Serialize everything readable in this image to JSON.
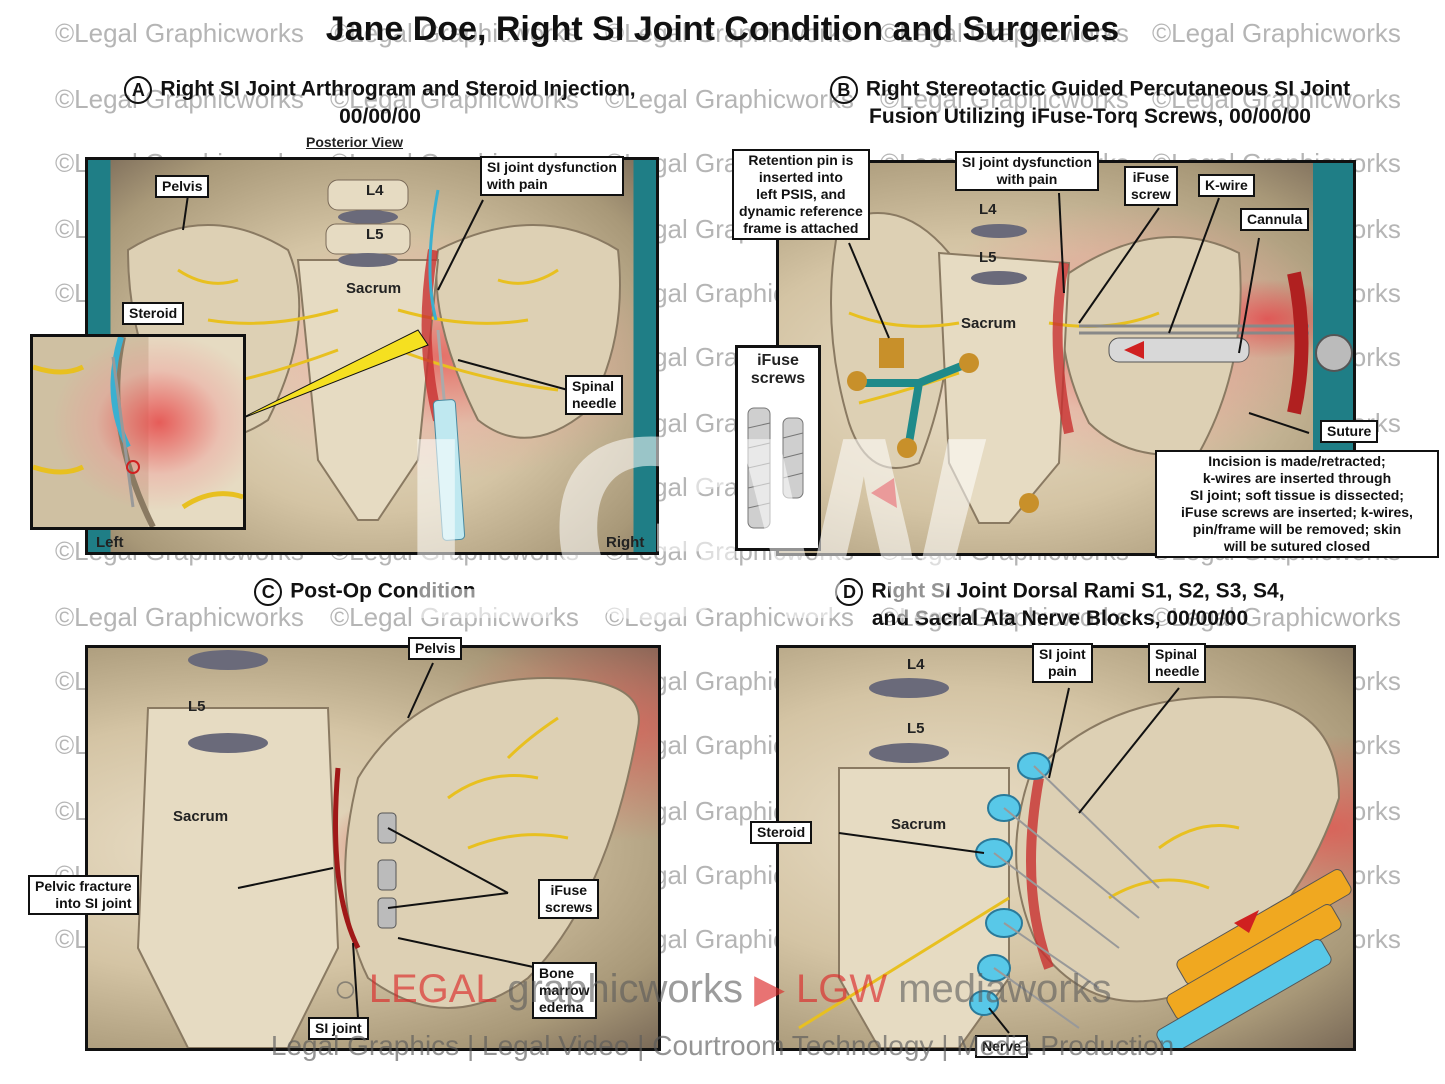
{
  "title": "Jane Doe, Right SI Joint Condition and Surgeries",
  "watermark_text": "©Legal Graphicworks",
  "sections": {
    "a": {
      "letter": "A",
      "title_line1": "Right SI Joint Arthrogram and Steroid Injection,",
      "title_line2": "00/00/00",
      "view_label": "Posterior View",
      "labels": {
        "pelvis": "Pelvis",
        "l4": "L4",
        "l5": "L5",
        "sacrum": "Sacrum",
        "si_dysfunction": "SI joint dysfunction\nwith pain",
        "steroid": "Steroid",
        "spinal_needle": "Spinal\nneedle",
        "left": "Left",
        "right": "Right"
      }
    },
    "b": {
      "letter": "B",
      "title_line1": "Right Stereotactic Guided Percutaneous SI Joint",
      "title_line2": "Fusion Utilizing iFuse-Torq Screws, 00/00/00",
      "labels": {
        "retention_pin": "Retention pin is\ninserted into\nleft PSIS, and\ndynamic reference\nframe is attached",
        "si_dysfunction": "SI joint dysfunction\nwith pain",
        "ifuse_screw": "iFuse\nscrew",
        "k_wire": "K-wire",
        "cannula": "Cannula",
        "l4": "L4",
        "l5": "L5",
        "sacrum": "Sacrum",
        "ifuse_screws_inset": "iFuse\nscrews",
        "suture": "Suture",
        "incision_note": "Incision is made/retracted;\nk-wires are inserted through\nSI joint; soft tissue is dissected;\niFuse screws are inserted; k-wires,\npin/frame will be removed; skin\nwill be sutured closed"
      }
    },
    "c": {
      "letter": "C",
      "title_line1": "Post-Op Condition",
      "labels": {
        "pelvis": "Pelvis",
        "l5": "L5",
        "sacrum": "Sacrum",
        "pelvic_fracture": "Pelvic fracture\ninto SI joint",
        "ifuse_screws": "iFuse\nscrews",
        "bone_marrow": "Bone\nmarrow\nedema",
        "si_joint": "SI joint"
      }
    },
    "d": {
      "letter": "D",
      "title_line1": "Right SI Joint Dorsal Rami S1, S2, S3, S4,",
      "title_line2": "and Sacral Ala Nerve Blocks, 00/00/00",
      "labels": {
        "l4": "L4",
        "l5": "L5",
        "sacrum": "Sacrum",
        "si_joint_pain": "SI joint\npain",
        "spinal_needle": "Spinal\nneedle",
        "steroid": "Steroid",
        "nerve": "Nerve"
      }
    }
  },
  "footer": {
    "brand_legal": "LEGAL",
    "brand_graphicworks": " graphicworks ",
    "brand_lgw": "LGW",
    "brand_mediaworks": " mediaworks",
    "tagline": "Legal Graphics | Legal Video | Courtroom Technology | Media Production"
  },
  "big_logo": "LGW",
  "colors": {
    "inflammation": "#e05050",
    "bone": "#d8c8a8",
    "nerve": "#e8c020",
    "steroid": "#3ab0d0",
    "teal_bg": "#1f7e86"
  }
}
